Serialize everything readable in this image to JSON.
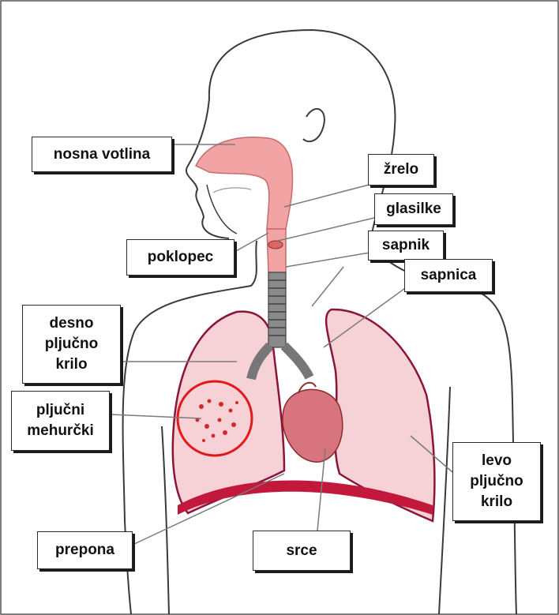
{
  "colors": {
    "outline": "#3a3a3a",
    "airway": "#f2a3a3",
    "lung_fill": "#f6d2d6",
    "lung_edge": "#8b1538",
    "diaphragm": "#c2183c",
    "alveoli_ring": "#e0191d",
    "trachea": "#6f6f6f",
    "heart": "#d8747e",
    "leader": "#7a7a7a"
  },
  "labels": {
    "nasal_cavity": "nosna votlina",
    "pharynx": "žrelo",
    "vocal_cords": "glasilke",
    "larynx": "sapnik",
    "epiglottis": "poklopec",
    "trachea": "sapnica",
    "right_lung": [
      "desno",
      "pljučno",
      "krilo"
    ],
    "alveoli": [
      "pljučni",
      "mehurčki"
    ],
    "left_lung": [
      "levo",
      "pljučno",
      "krilo"
    ],
    "diaphragm": "prepona",
    "heart": "srce"
  }
}
